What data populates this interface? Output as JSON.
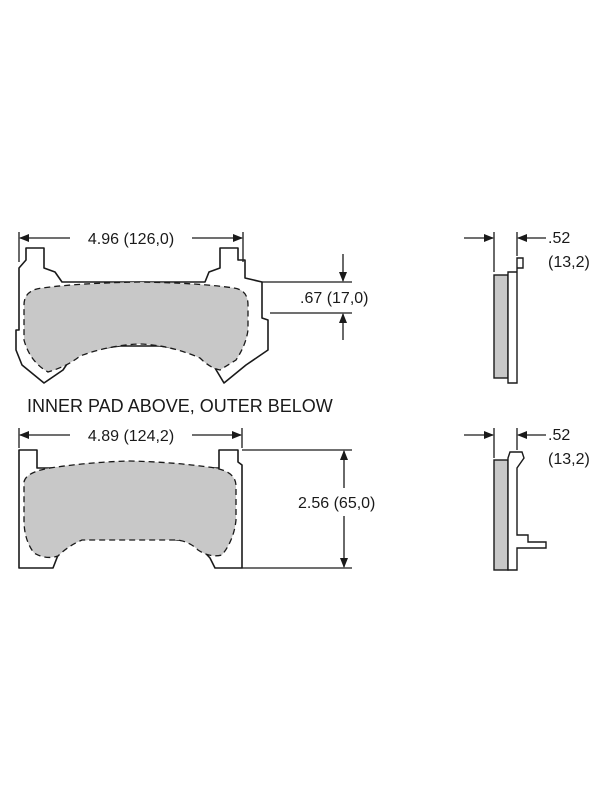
{
  "inner_pad": {
    "width_label": "4.96 (126,0)",
    "tab_label": ".67 (17,0)",
    "thickness_label_1": ".52",
    "thickness_label_2": "(13,2)"
  },
  "caption": "INNER PAD ABOVE, OUTER BELOW",
  "outer_pad": {
    "width_label": "4.89 (124,2)",
    "height_label": "2.56 (65,0)",
    "thickness_label_1": ".52",
    "thickness_label_2": "(13,2)"
  },
  "colors": {
    "line": "#1a1a1a",
    "friction_material": "#c8c8c8",
    "background": "#ffffff"
  }
}
